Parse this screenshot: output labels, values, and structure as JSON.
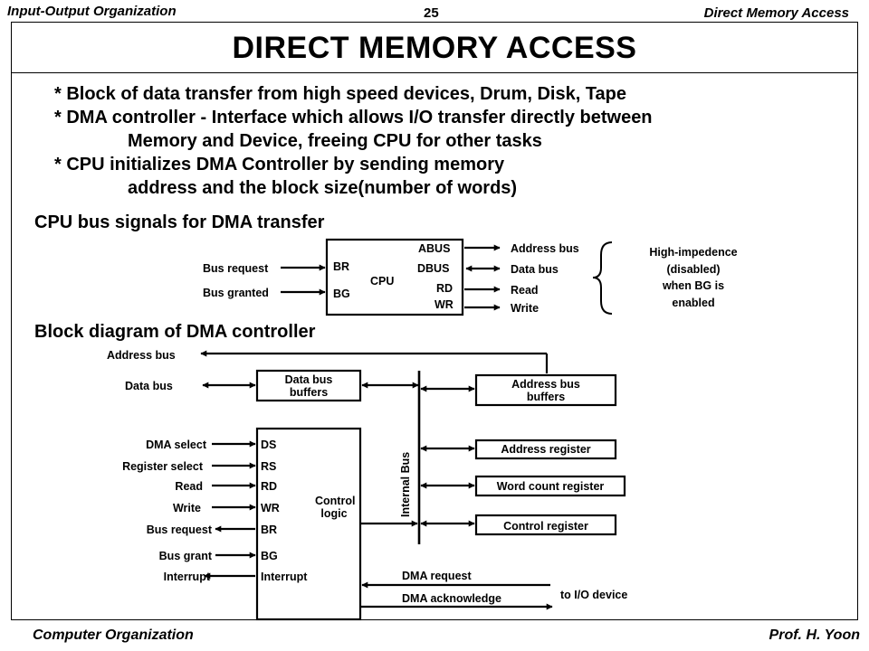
{
  "header": {
    "left": "Input-Output Organization",
    "page_number": "25",
    "right": "Direct Memory Access"
  },
  "title": "DIRECT  MEMORY  ACCESS",
  "bullets": [
    "* Block of data transfer from high speed devices, Drum, Disk, Tape",
    "* DMA controller - Interface which allows I/O transfer directly between",
    "Memory and Device, freeing CPU for other tasks",
    "* CPU initializes DMA Controller by sending memory",
    "address and the block size(number of words)"
  ],
  "section1": {
    "heading": "CPU bus signals for DMA transfer",
    "cpu": "CPU",
    "br": "BR",
    "bg": "BG",
    "abus": "ABUS",
    "dbus": "DBUS",
    "rd": "RD",
    "wr": "WR",
    "bus_request": "Bus request",
    "bus_granted": "Bus granted",
    "address_bus": "Address bus",
    "data_bus": "Data bus",
    "read": "Read",
    "write": "Write",
    "note": [
      "High-impedence",
      "(disabled)",
      "when BG is",
      "enabled"
    ]
  },
  "section2": {
    "heading": "Block diagram of DMA controller",
    "address_bus": "Address bus",
    "data_bus": "Data bus",
    "data_bus_buffers": [
      "Data bus",
      "buffers"
    ],
    "address_bus_buffers": [
      "Address bus",
      "buffers"
    ],
    "internal_bus": "Internal Bus",
    "address_register": "Address register",
    "word_count_register": "Word count register",
    "control_register": "Control register",
    "control_logic": [
      "Control",
      "logic"
    ],
    "left_signals": [
      "DMA select",
      "Register select",
      "Read",
      "Write",
      "Bus request",
      "Bus grant",
      "Interrupt"
    ],
    "pins": [
      "DS",
      "RS",
      "RD",
      "WR",
      "BR",
      "BG",
      "Interrupt"
    ],
    "dma_request": "DMA request",
    "dma_acknowledge": "DMA acknowledge",
    "to_io": "to I/O device"
  },
  "footer": {
    "left": "Computer Organization",
    "right": "Prof.  H. Yoon"
  }
}
